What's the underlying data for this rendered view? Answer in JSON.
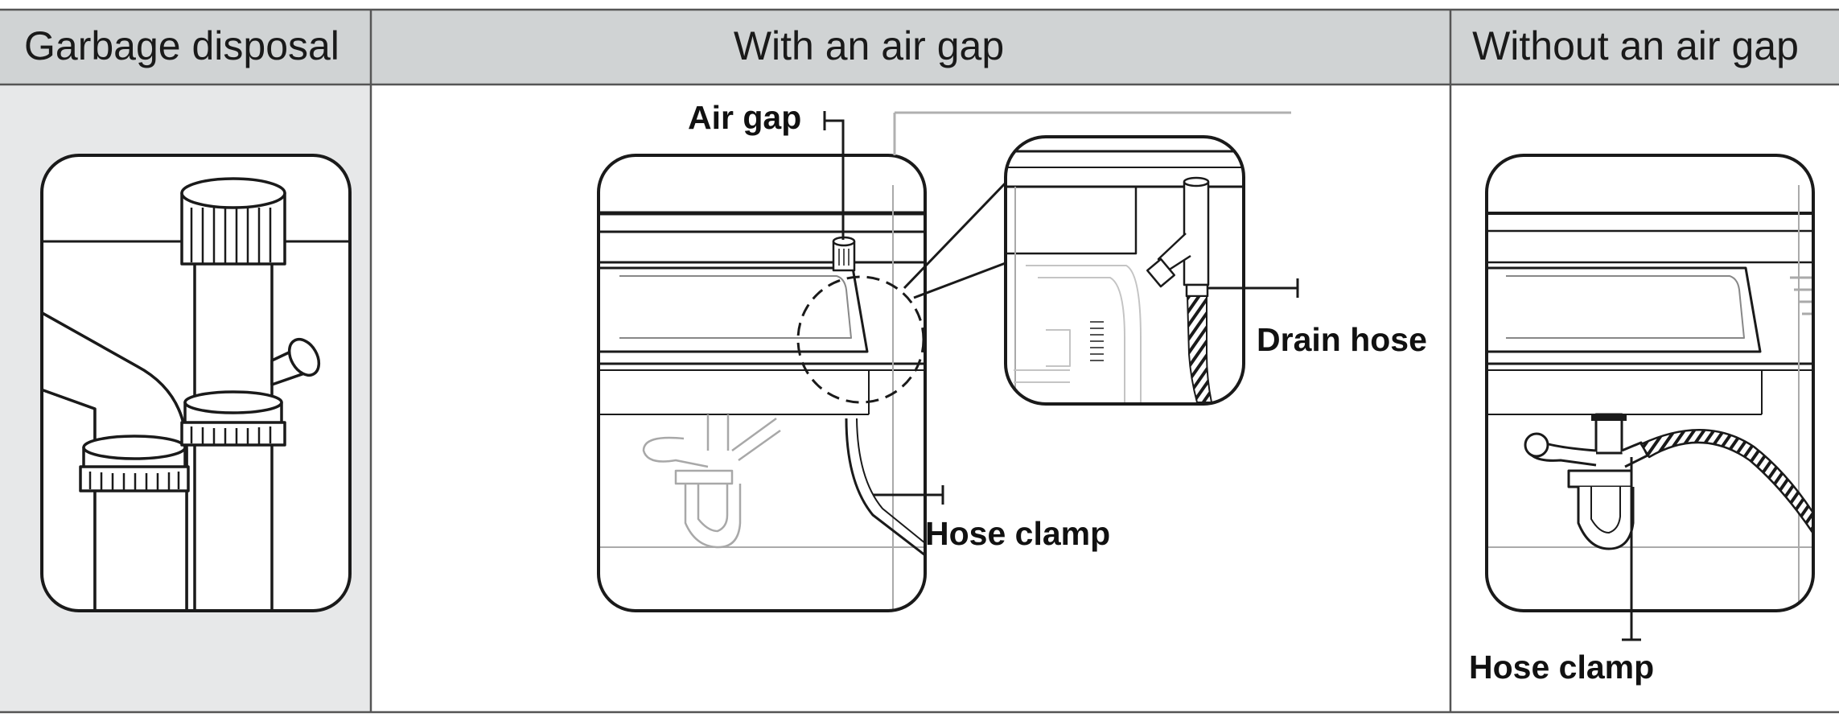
{
  "table": {
    "headers": [
      "Garbage disposal",
      "With an air gap",
      "Without an air gap"
    ]
  },
  "callouts": {
    "air_gap": "Air gap",
    "drain_hose": "Drain hose",
    "hose_clamp_middle": "Hose clamp",
    "hose_clamp_right": "Hose clamp"
  },
  "colors": {
    "header_bg": "#d0d3d4",
    "first_cell_bg": "#e7e8e9",
    "border": "#555555",
    "line": "#1a1a1a",
    "faint_line": "#a8a8a8"
  }
}
